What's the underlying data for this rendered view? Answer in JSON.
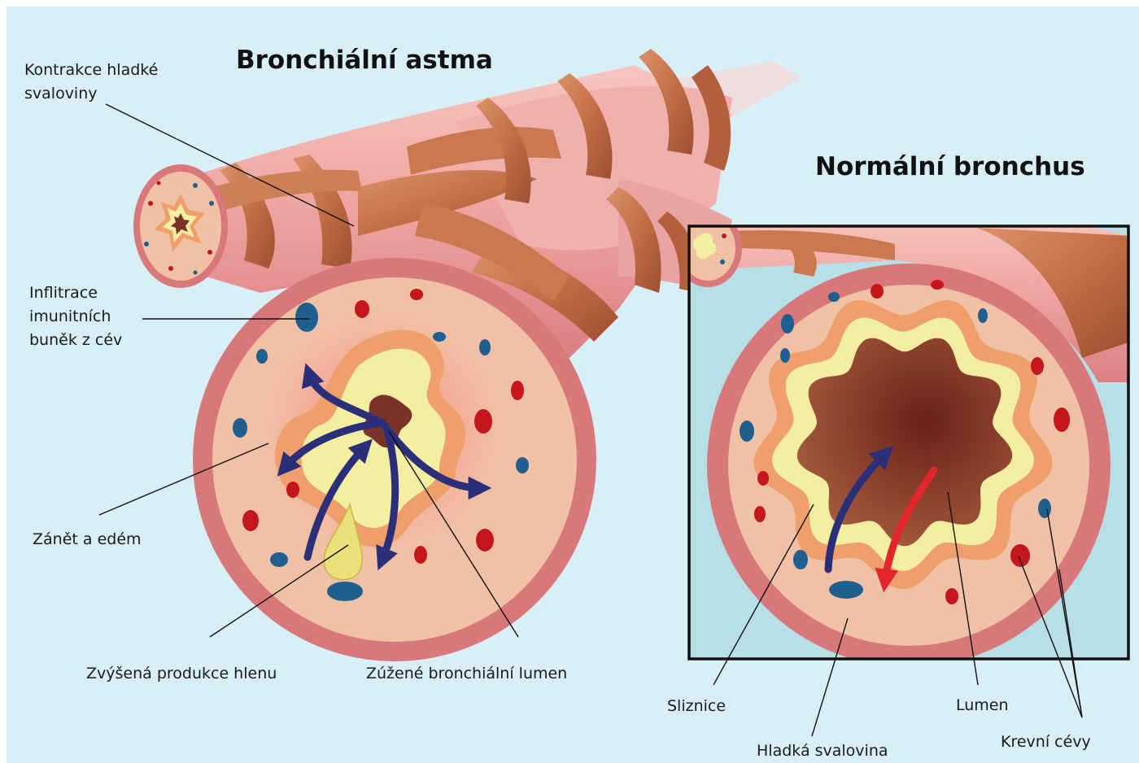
{
  "titles": {
    "asthma": "Bronchiální astma",
    "normal": "Normální bronchus"
  },
  "labels": {
    "smooth_muscle_contraction_1": "Kontrakce hladké",
    "smooth_muscle_contraction_2": "svaloviny",
    "immune_infiltration_1": "Inflitrace",
    "immune_infiltration_2": "imunitních",
    "immune_infiltration_3": "buněk z cév",
    "inflammation": "Zánět a edém",
    "mucus": "Zvýšená produkce hlenu",
    "narrowed_lumen": "Zúžené bronchiální lumen",
    "mucosa": "Sliznice",
    "smooth_muscle": "Hladká svalovina",
    "lumen": "Lumen",
    "blood_vessels": "Krevní cévy"
  },
  "colors": {
    "background": "#d8eff7",
    "inset_background": "#b7dfe6",
    "muscle_band": "#c9784f",
    "airway_wall": "#f3b4ad",
    "outer_ring": "#d9787a",
    "inner_tissue": "#f1c1a5",
    "mucosa_yellow": "#f3eea0",
    "mucosa_orange": "#ef9f6c",
    "lumen_dark": "#7a3328",
    "vessel_red": "#c4161c",
    "vessel_blue": "#1e5f8f",
    "arrow_navy": "#2b2f7a",
    "arrow_red": "#e3262b"
  }
}
